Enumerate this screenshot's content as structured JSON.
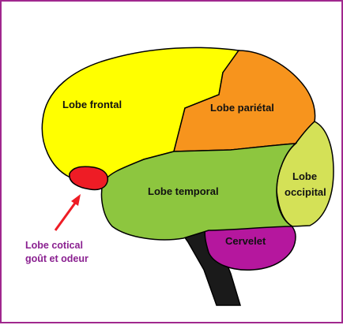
{
  "labels": {
    "frontal": "Lobe frontal",
    "parietal": "Lobe pariétal",
    "temporal": "Lobe temporal",
    "occipital_line1": "Lobe",
    "occipital_line2": "occipital",
    "cerebellum": "Cervelet",
    "cortical_line1": "Lobe cotical",
    "cortical_line2": "goût et odeur"
  },
  "colors": {
    "frame": "#a0288e",
    "frontal": "#ffff00",
    "parietal": "#f7941d",
    "temporal": "#8dc63f",
    "occipital": "#d4e157",
    "cerebellum": "#b5179e",
    "brainstem": "#1a1a1a",
    "olfactory": "#ee1c25",
    "arrow": "#ee1c25",
    "note_text": "#8a2090"
  }
}
